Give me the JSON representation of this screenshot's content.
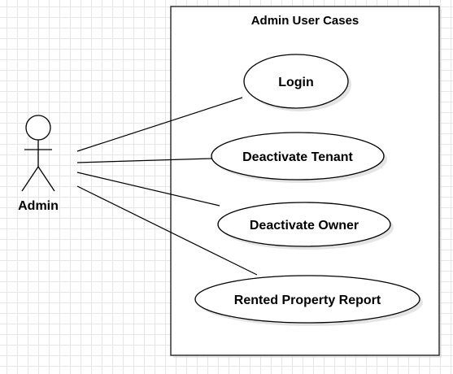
{
  "system": {
    "title": "Admin User Cases"
  },
  "actor": {
    "name": "Admin"
  },
  "use_cases": [
    {
      "label": "Login"
    },
    {
      "label": "Deactivate Tenant"
    },
    {
      "label": "Deactivate Owner"
    },
    {
      "label": "Rented Property Report"
    }
  ],
  "associations": [
    {
      "from": "Admin",
      "to": "Login"
    },
    {
      "from": "Admin",
      "to": "Deactivate Tenant"
    },
    {
      "from": "Admin",
      "to": "Deactivate Owner"
    },
    {
      "from": "Admin",
      "to": "Rented Property Report"
    }
  ],
  "colors": {
    "stroke": "#000000",
    "boundary": "#333333",
    "fill": "#ffffff",
    "shadow": "#d9d9d9"
  }
}
